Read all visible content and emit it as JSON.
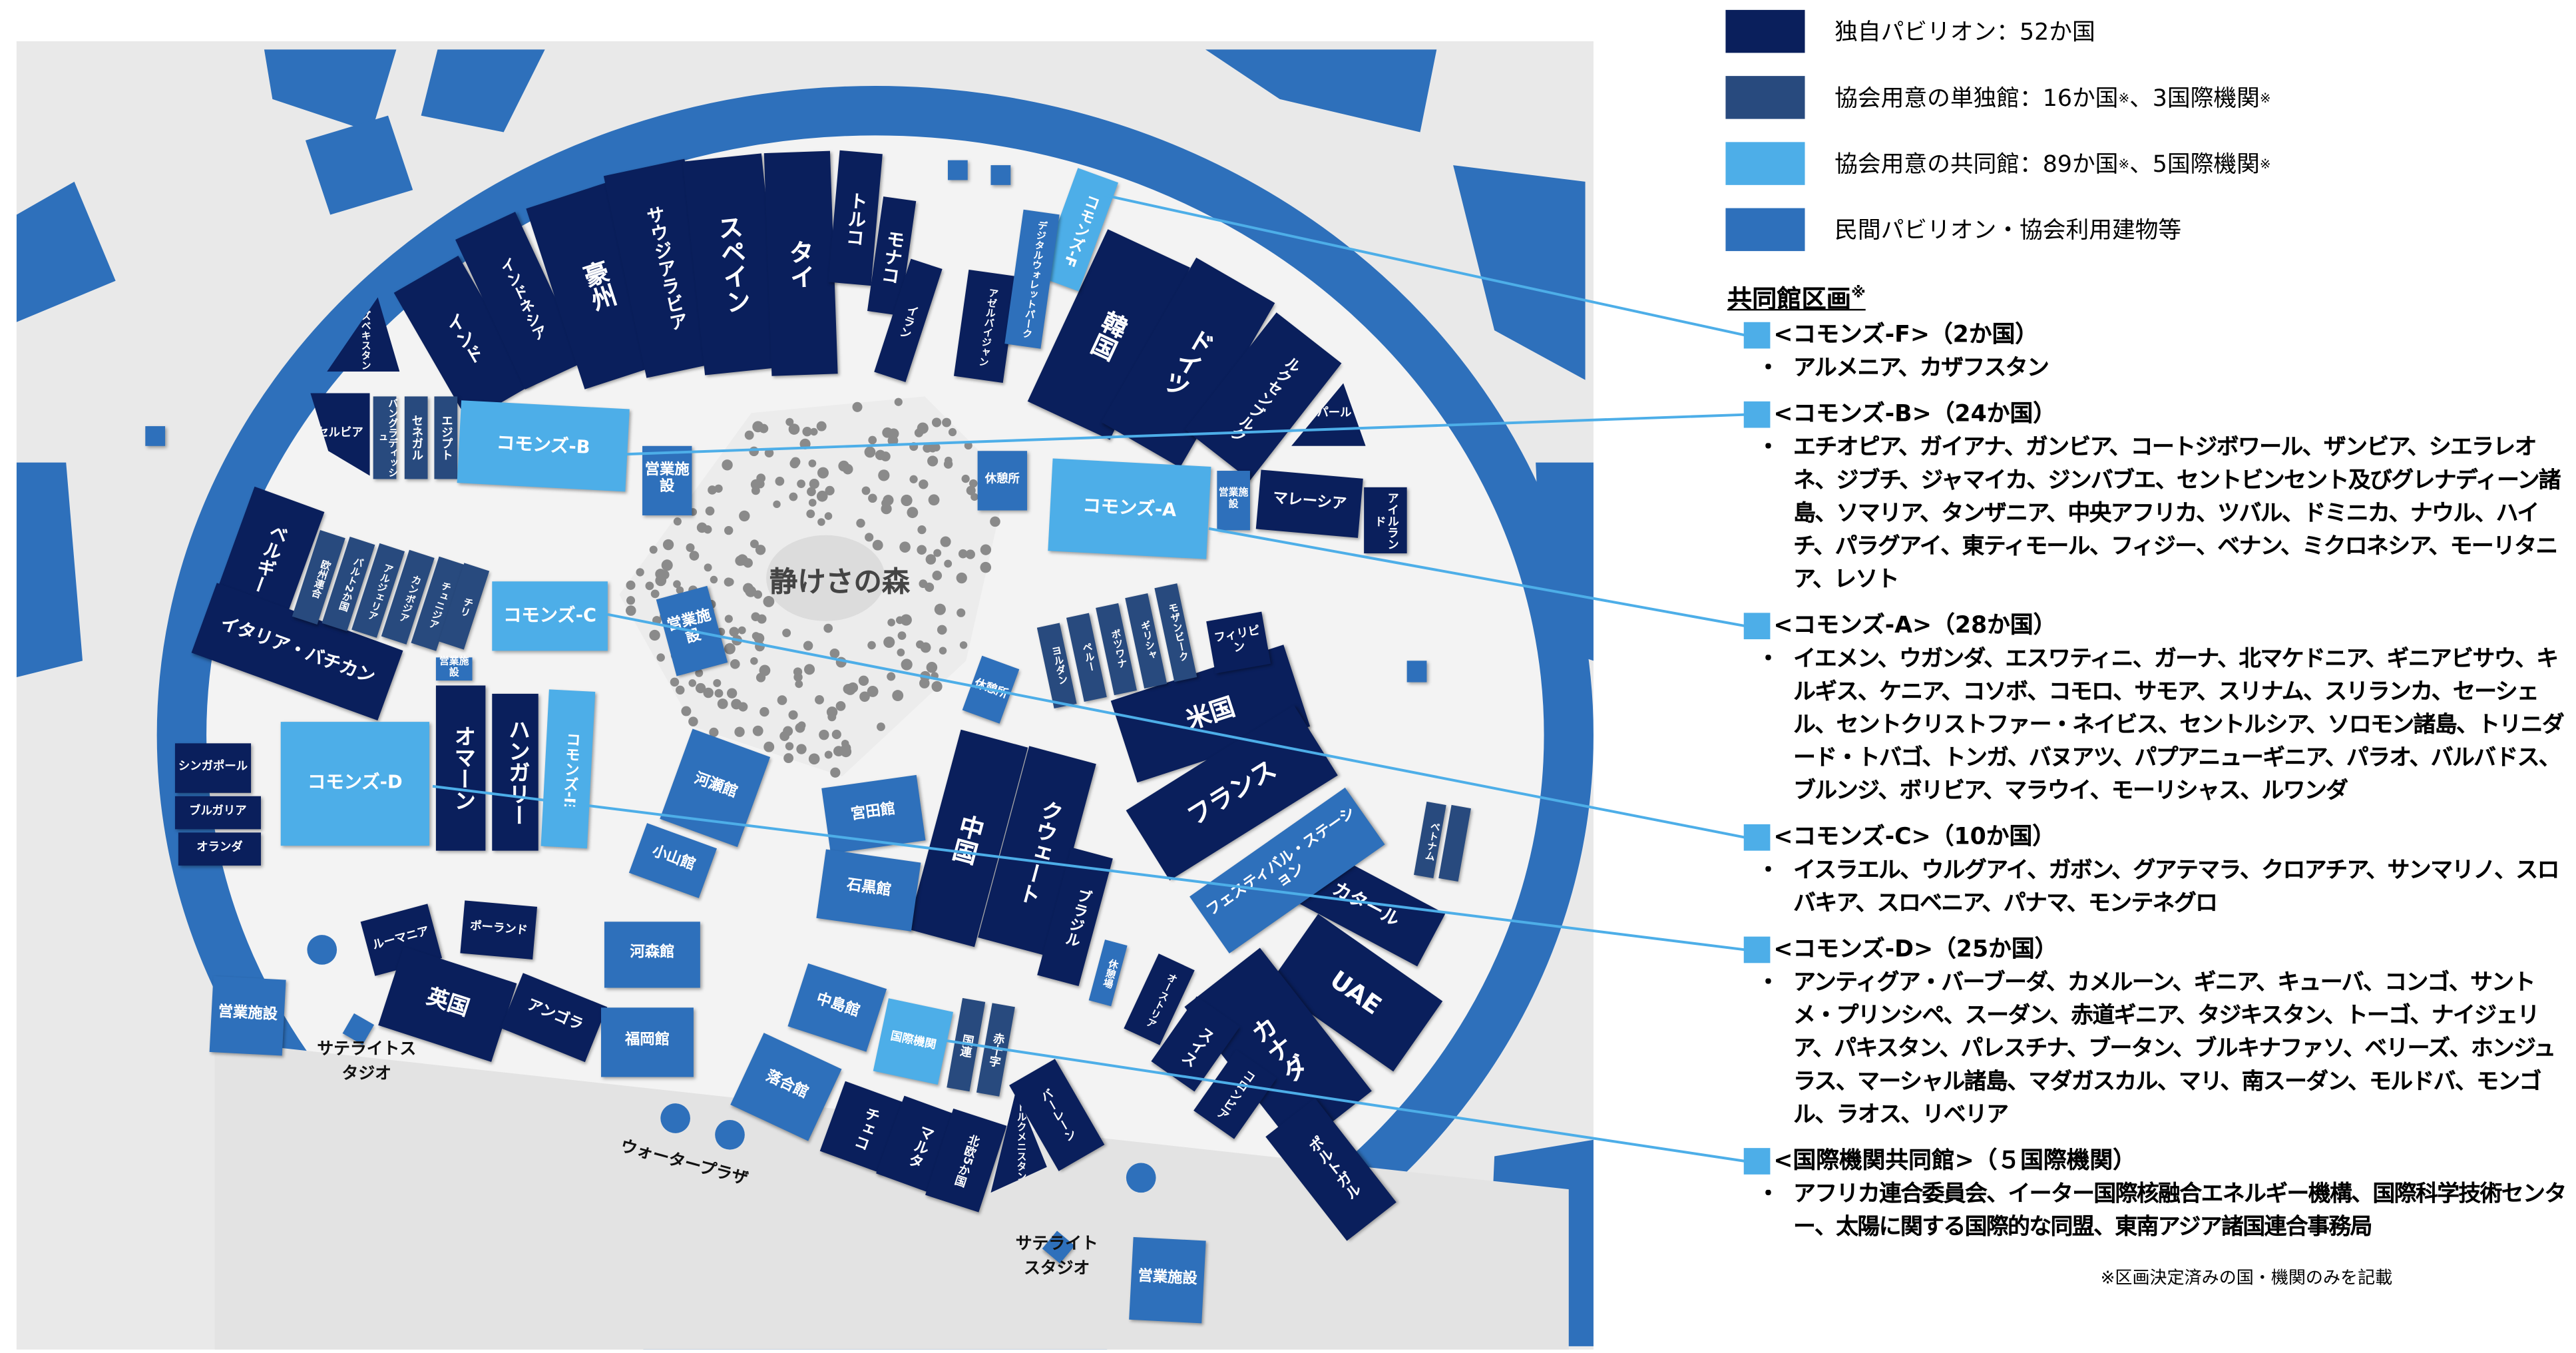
{
  "legend": {
    "own": {
      "label": "独自パビリオン：52か国",
      "color": "#0a1f5c"
    },
    "single": {
      "label": "協会用意の単独館：16か国",
      "label2": "、3国際機関",
      "color": "#284a7e"
    },
    "shared": {
      "label": "協会用意の共同館：89か国",
      "label2": "、5国際機関",
      "color": "#4daee8"
    },
    "private": {
      "label": "民間パビリオン・協会利用建物等",
      "color": "#2e70bb"
    },
    "note_mark": "※"
  },
  "sections": {
    "title": "共同館区画",
    "items": [
      {
        "heading": "<コモンズ-F>（2か国）",
        "members": "アルメニア、カザフスタン"
      },
      {
        "heading": "<コモンズ-B>（24か国）",
        "members": "エチオピア、ガイアナ、ガンビア、コートジボワール、ザンビア、シエラレオネ、ジブチ、ジャマイカ、ジンバブエ、セントビンセント及びグレナディーン諸島、ソマリア、タンザニア、中央アフリカ、ツバル、ドミニカ、ナウル、ハイチ、パラグアイ、東ティモール、フィジー、ベナン、ミクロネシア、モーリタニア、レソト"
      },
      {
        "heading": "<コモンズ-A>（28か国）",
        "members": "イエメン、ウガンダ、エスワティニ、ガーナ、北マケドニア、ギニアビサウ、キルギス、ケニア、コソボ、コモロ、サモア、スリナム、スリランカ、セーシェル、セントクリストファー・ネイビス、セントルシア、ソロモン諸島、トリニダード・トバゴ、トンガ、バヌアツ、パプアニューギニア、パラオ、バルバドス、ブルンジ、ボリビア、マラウイ、モーリシャス、ルワンダ"
      },
      {
        "heading": "<コモンズ-C>（10か国）",
        "members": "イスラエル、ウルグアイ、ガボン、グアテマラ、クロアチア、サンマリノ、スロバキア、スロベニア、パナマ、モンテネグロ"
      },
      {
        "heading": "<コモンズ-D>（25か国）",
        "members": "アンティグア・バーブーダ、カメルーン、ギニア、キューバ、コンゴ、サントメ・プリンシペ、スーダン、赤道ギニア、タジキスタン、トーゴ、ナイジェリア、パキスタン、パレスチナ、ブータン、ブルキナファソ、ベリーズ、ホンジュラス、マーシャル諸島、マダガスカル、マリ、南スーダン、モルドバ、モンゴル、ラオス、リベリア"
      },
      {
        "heading": "<国際機関共同館>（５国際機関）",
        "members": "アフリカ連合委員会、イーター国際核融合エネルギー機構、国際科学技術センター、太陽に関する国際的な同盟、東南アジア諸国連合事務局"
      }
    ],
    "bullet": "・",
    "footnote": "※区画決定済みの国・機関のみを記載"
  },
  "map": {
    "forest": "静けさの森",
    "water_plaza": "ウォータープラザ",
    "satellite": "サテライトスタジオ",
    "own": {
      "uzbekistan": "ウズベキスタン",
      "india": "インド",
      "indonesia": "インドネシア",
      "australia": "豪州",
      "saudi": "サウジアラビア",
      "spain": "スペイン",
      "thai": "タイ",
      "turkey": "トルコ",
      "monaco": "モナコ",
      "iran": "イラン",
      "azerbaijan": "アゼルバイジャン",
      "korea": "韓国",
      "germany": "ドイツ",
      "luxembourg": "ルクセンブルク",
      "nepal": "ネパール",
      "malaysia": "マレーシア",
      "ireland": "アイルランド",
      "serbia": "セルビア",
      "belgium": "ベルギー",
      "italy": "イタリア・バチカン",
      "oman": "オマーン",
      "hungary": "ハンガリー",
      "singapore": "シンガポール",
      "bulgaria": "ブルガリア",
      "netherlands": "オランダ",
      "usa": "米国",
      "france": "フランス",
      "china": "中国",
      "kuwait": "クウェート",
      "brazil": "ブラジル",
      "philippines": "フィリピン",
      "qatar": "カタール",
      "uae": "UAE",
      "canada": "カナダ",
      "austria": "オーストリア",
      "swiss": "スイス",
      "colombia": "コロンビア",
      "portugal": "ポルトガル",
      "romania": "ルーマニア",
      "uk": "英国",
      "poland": "ポーランド",
      "angola": "アンゴラ",
      "czech": "チェコ",
      "malta": "マルタ",
      "nordic": "北欧5か国",
      "turkmenistan": "トルクメニスタン",
      "bahrain": "バーレーン"
    },
    "single": {
      "bangladesh": "バングラディッシュ",
      "senegal": "セネガル",
      "egypt": "エジプト",
      "eu": "欧州連合",
      "baltic": "バルト2か国",
      "algeria": "アルジェリア",
      "cambodia": "カンボジア",
      "tunisia": "チュニジア",
      "chile": "チリ",
      "jordan": "ヨルダン",
      "peru": "ペルー",
      "botswana": "ボツワナ",
      "greece": "ギリシャ",
      "mozambique": "モザンビーク",
      "vietnam": "ベトナム",
      "un": "国連",
      "redcross": "赤十字"
    },
    "shared": {
      "f": "コモンズ-F",
      "b": "コモンズ-B",
      "a": "コモンズ-A",
      "c": "コモンズ-C",
      "d": "コモンズ-D",
      "e": "コモンズ-E",
      "intl": "国際機関"
    },
    "private": {
      "shop": "営業施設",
      "rest": "休憩所",
      "rest2": "休憩場",
      "digital": "デジタルウォレットパーク",
      "kawase": "河瀬館",
      "koyama": "小山館",
      "miyata": "宮田館",
      "ishiguro": "石黒館",
      "festival": "フェスティバル・ステーション",
      "kawamori": "河森館",
      "fukuoka": "福岡館",
      "nakajima": "中島館",
      "ochiai": "落合館"
    }
  }
}
